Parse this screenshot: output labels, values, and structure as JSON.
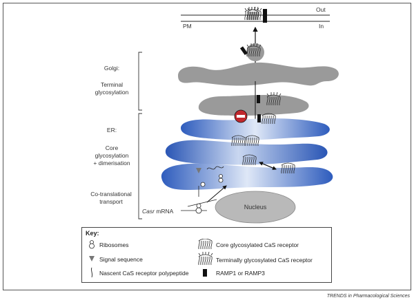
{
  "labels": {
    "out": "Out",
    "in": "In",
    "pm": "PM",
    "golgi": "Golgi:",
    "terminal_glycosylation": [
      "Terminal",
      "glycosylation"
    ],
    "er": "ER:",
    "core_glycosylation": [
      "Core",
      "glycosylation",
      "+ dimerisation"
    ],
    "co_translational": [
      "Co-translational",
      "transport"
    ],
    "nucleus": "Nucleus",
    "casr": "Casr",
    "mrna": " mRNA"
  },
  "key": {
    "title": "Key:",
    "items": [
      {
        "label": "Ribosomes",
        "icon": "ribosome-icon"
      },
      {
        "label": "Signal sequence",
        "icon": "signal-sequence-icon"
      },
      {
        "label": "Nascent CaS receptor polypeptide",
        "icon": "nascent-polypeptide-icon"
      },
      {
        "label": "Core glycosylated CaS receptor",
        "icon": "core-receptor-icon"
      },
      {
        "label": "Terminally glycosylated CaS receptor",
        "icon": "terminal-receptor-icon"
      },
      {
        "label": "RAMP1 or RAMP3",
        "icon": "ramp-icon"
      }
    ]
  },
  "credit": "TRENDS in Pharmacological Sciences",
  "colors": {
    "er_blue": "#2f5fbf",
    "golgi_grey": "#9a9a9a",
    "nucleus_grey": "#b9b9b9",
    "stop_red": "#c0282d"
  }
}
